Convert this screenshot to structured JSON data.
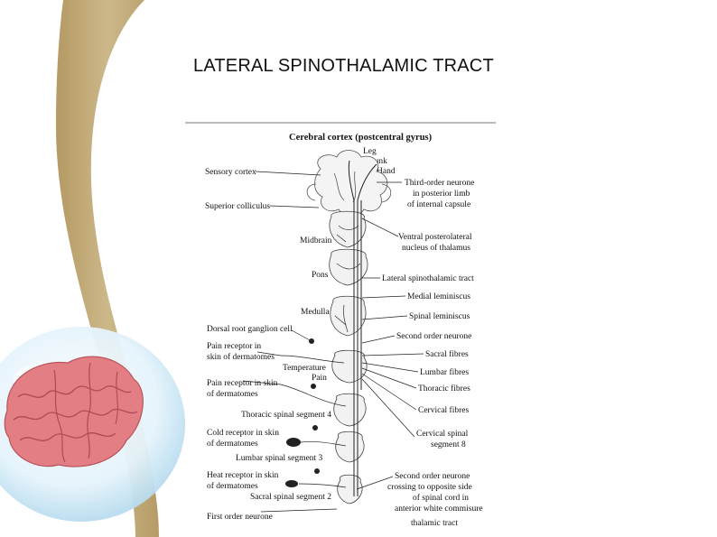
{
  "slide": {
    "title": "LATERAL SPINOTHALAMIC TRACT"
  },
  "colors": {
    "ribbon": "#c4ad7c",
    "brain": "#e07a7f",
    "bubble": "#cfe9f6"
  },
  "diagram": {
    "header": "Cerebral cortex (postcentral gyrus)",
    "left_labels": {
      "sensory_cortex": "Sensory cortex",
      "superior_colliculus": "Superior colliculus",
      "midbrain": "Midbrain",
      "pons": "Pons",
      "medulla": "Medulla",
      "dorsal_root_ganglion_cell": "Dorsal root ganglion cell",
      "pain_receptor_skin_1": "Pain receptor in",
      "pain_receptor_skin_2": "skin of dermatomes",
      "temperature": "Temperature",
      "pain": "Pain",
      "pain_receptor_skin_b1": "Pain receptor in skin",
      "pain_receptor_skin_b2": "of dermatomes",
      "thoracic_segment": "Thoracic spinal segment 4",
      "cold_receptor_1": "Cold receptor in skin",
      "cold_receptor_2": "of dermatomes",
      "lumbar_segment": "Lumbar spinal segment 3",
      "heat_receptor_1": "Heat receptor in skin",
      "heat_receptor_2": "of dermatomes",
      "sacral_segment": "Sacral spinal segment 2",
      "first_order_neurone": "First order neurone"
    },
    "top_labels": {
      "leg": "Leg",
      "trunk": "Trunk",
      "hand": "Hand"
    },
    "right_labels": {
      "third_order_1": "Third-order neurone",
      "third_order_2": "in posterior limb",
      "third_order_3": "of internal capsule",
      "vpl_1": "Ventral posterolateral",
      "vpl_2": "nucleus of thalamus",
      "lateral_spinothalamic": "Lateral spinothalamic tract",
      "medial_lemniscus": "Medial leminiscus",
      "spinal_lemniscus": "Spinal leminiscus",
      "second_order": "Second order neurone",
      "sacral_fibres": "Sacral fibres",
      "lumbar_fibres": "Lumbar fibres",
      "thoracic_fibres": "Thoracic fibres",
      "cervical_fibres": "Cervical fibres",
      "cervical_segment_1": "Cervical spinal",
      "cervical_segment_2": "segment 8",
      "second_order_cross_1": "Second order neurone",
      "second_order_cross_2": "crossing to opposite side",
      "second_order_cross_3": "of spinal cord in",
      "second_order_cross_4": "anterior white commisure"
    },
    "caption_fragment": "thalamic tract"
  }
}
